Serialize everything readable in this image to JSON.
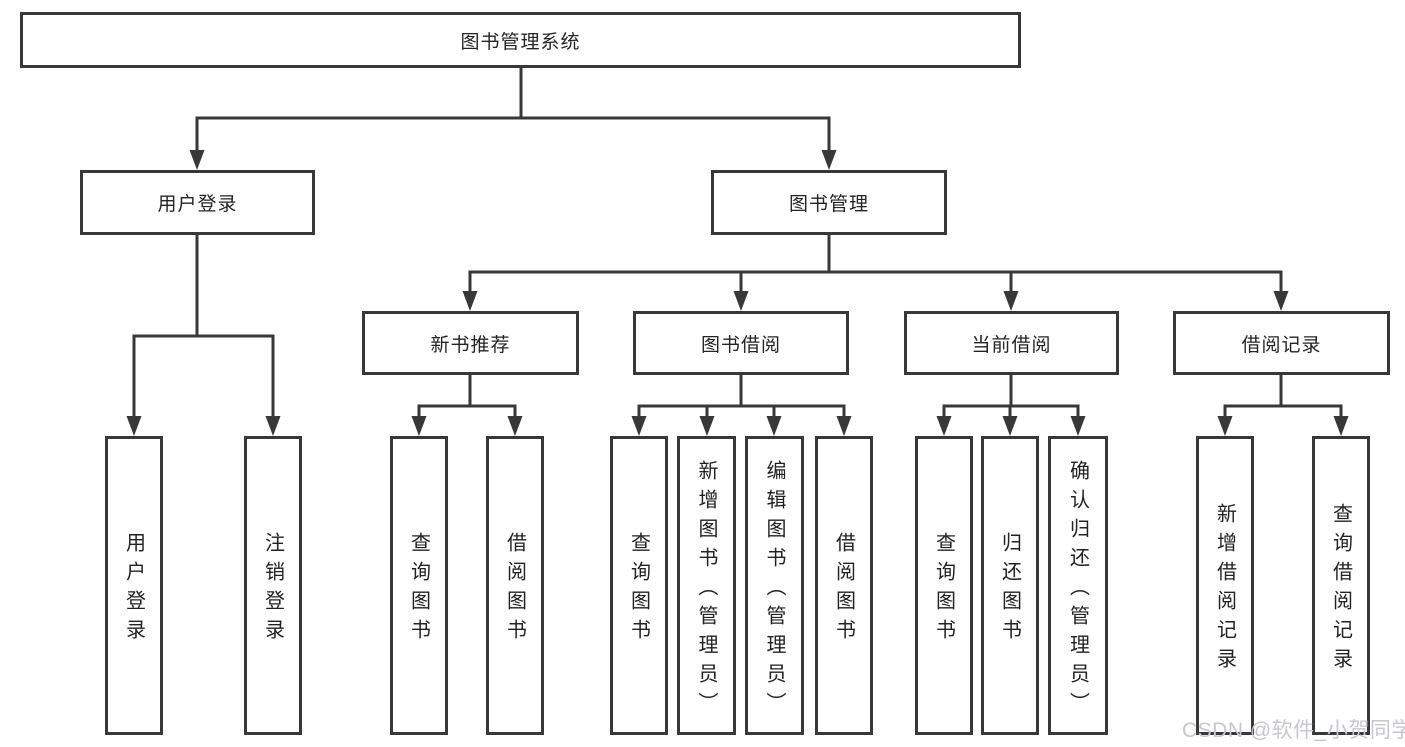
{
  "diagram": {
    "root": "图书管理系统",
    "l2": [
      "用户登录",
      "图书管理"
    ],
    "l3": [
      "新书推荐",
      "图书借阅",
      "当前借阅",
      "借阅记录"
    ],
    "leaves": {
      "login": [
        "用户登录",
        "注销登录"
      ],
      "recommend": [
        "查询图书",
        "借阅图书"
      ],
      "borrow": [
        "查询图书",
        "新增图书（管理员）",
        "编辑图书（管理员）",
        "借阅图书"
      ],
      "current": [
        "查询图书",
        "归还图书",
        "确认归还（管理员）"
      ],
      "records": [
        "新增借阅记录",
        "查询借阅记录"
      ]
    }
  },
  "watermark": {
    "text": "CSDN @软件_小贺同学",
    "color": "#c7c7ce"
  },
  "colors": {
    "line": "#383838",
    "box_border": "#383838",
    "text": "#242424",
    "background": "#ffffff"
  }
}
